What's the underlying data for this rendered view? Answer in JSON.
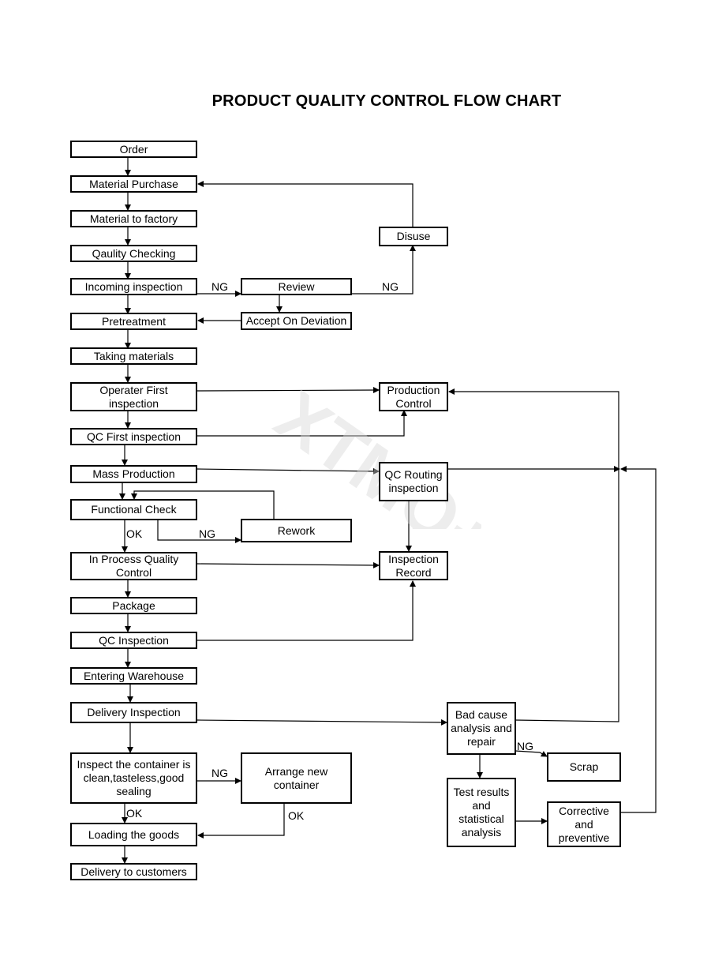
{
  "title": "PRODUCT QUALITY CONTROL FLOW CHART",
  "steps": {
    "order": "Order",
    "material_purchase": "Material Purchase",
    "material_to_factory": "Material to factory",
    "quality_checking": "Qaulity Checking",
    "incoming_inspection": "Incoming inspection",
    "pretreatment": "Pretreatment",
    "taking_materials": "Taking materials",
    "operator_first_inspection": "Operater First inspection",
    "qc_first_inspection": "QC First inspection",
    "mass_production": "Mass Production",
    "functional_check": "Functional Check",
    "in_process_quality_control": "In Process Quality Control",
    "package": "Package",
    "qc_inspection": "QC Inspection",
    "entering_warehouse": "Entering Warehouse",
    "delivery_inspection": "Delivery Inspection",
    "inspect_container": "Inspect the container is clean,tasteless,good sealing",
    "loading_goods": "Loading the goods",
    "delivery_to_customers": "Delivery to customers",
    "review": "Review",
    "accept_on_deviation": "Accept On Deviation",
    "disuse": "Disuse",
    "production_control": "Production Control",
    "qc_routing_inspection": "QC Routing inspection",
    "rework": "Rework",
    "inspection_record": "Inspection Record",
    "arrange_new_container": "Arrange new container",
    "bad_cause_analysis": "Bad cause analysis and repair",
    "scrap": "Scrap",
    "test_results": "Test results and statistical analysis",
    "corrective_preventive": "Corrective and preventive"
  },
  "labels": {
    "ng_incoming": "NG",
    "ng_review": "NG",
    "ok_functional": "OK",
    "ng_functional": "NG",
    "ng_container": "NG",
    "ok_container": "OK",
    "ok_arrange": "OK",
    "ng_bad_cause": "NG"
  },
  "watermark": "XTMQ+"
}
